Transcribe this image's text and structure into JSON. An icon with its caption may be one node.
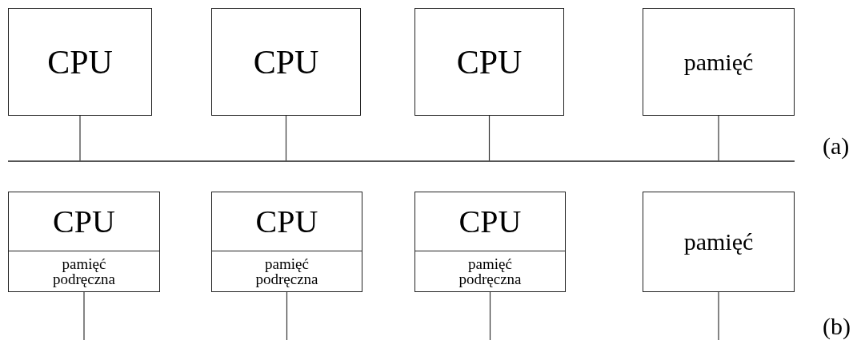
{
  "diagram": {
    "nodes": [
      {
        "text": [
          "CPU"
        ]
      },
      {
        "text": [
          "CPU"
        ]
      },
      {
        "text": [
          "CPU"
        ]
      },
      {
        "text": [
          "pamięć"
        ]
      },
      {
        "text": [],
        "shape": "bar"
      },
      {
        "text": [
          "CPU",
          "pamięć podręczna"
        ]
      },
      {
        "text": [
          "CPU",
          "pamięć podręczna"
        ]
      },
      {
        "text": [
          "CPU",
          "pamięć podręczna"
        ]
      },
      {
        "text": [
          "pamięć"
        ]
      }
    ],
    "edges": [
      {
        "from": 0,
        "to": 4,
        "arrow": "none"
      },
      {
        "from": 1,
        "to": 4,
        "arrow": "none"
      },
      {
        "from": 2,
        "to": 4,
        "arrow": "none"
      },
      {
        "from": 3,
        "to": 4,
        "arrow": "none"
      },
      {
        "from": 5,
        "to": null,
        "arrow": "none"
      },
      {
        "from": 6,
        "to": null,
        "arrow": "none"
      },
      {
        "from": 7,
        "to": null,
        "arrow": "none"
      },
      {
        "from": 8,
        "to": null,
        "arrow": "none"
      }
    ],
    "labels": [
      "(a)",
      "(b)"
    ]
  }
}
